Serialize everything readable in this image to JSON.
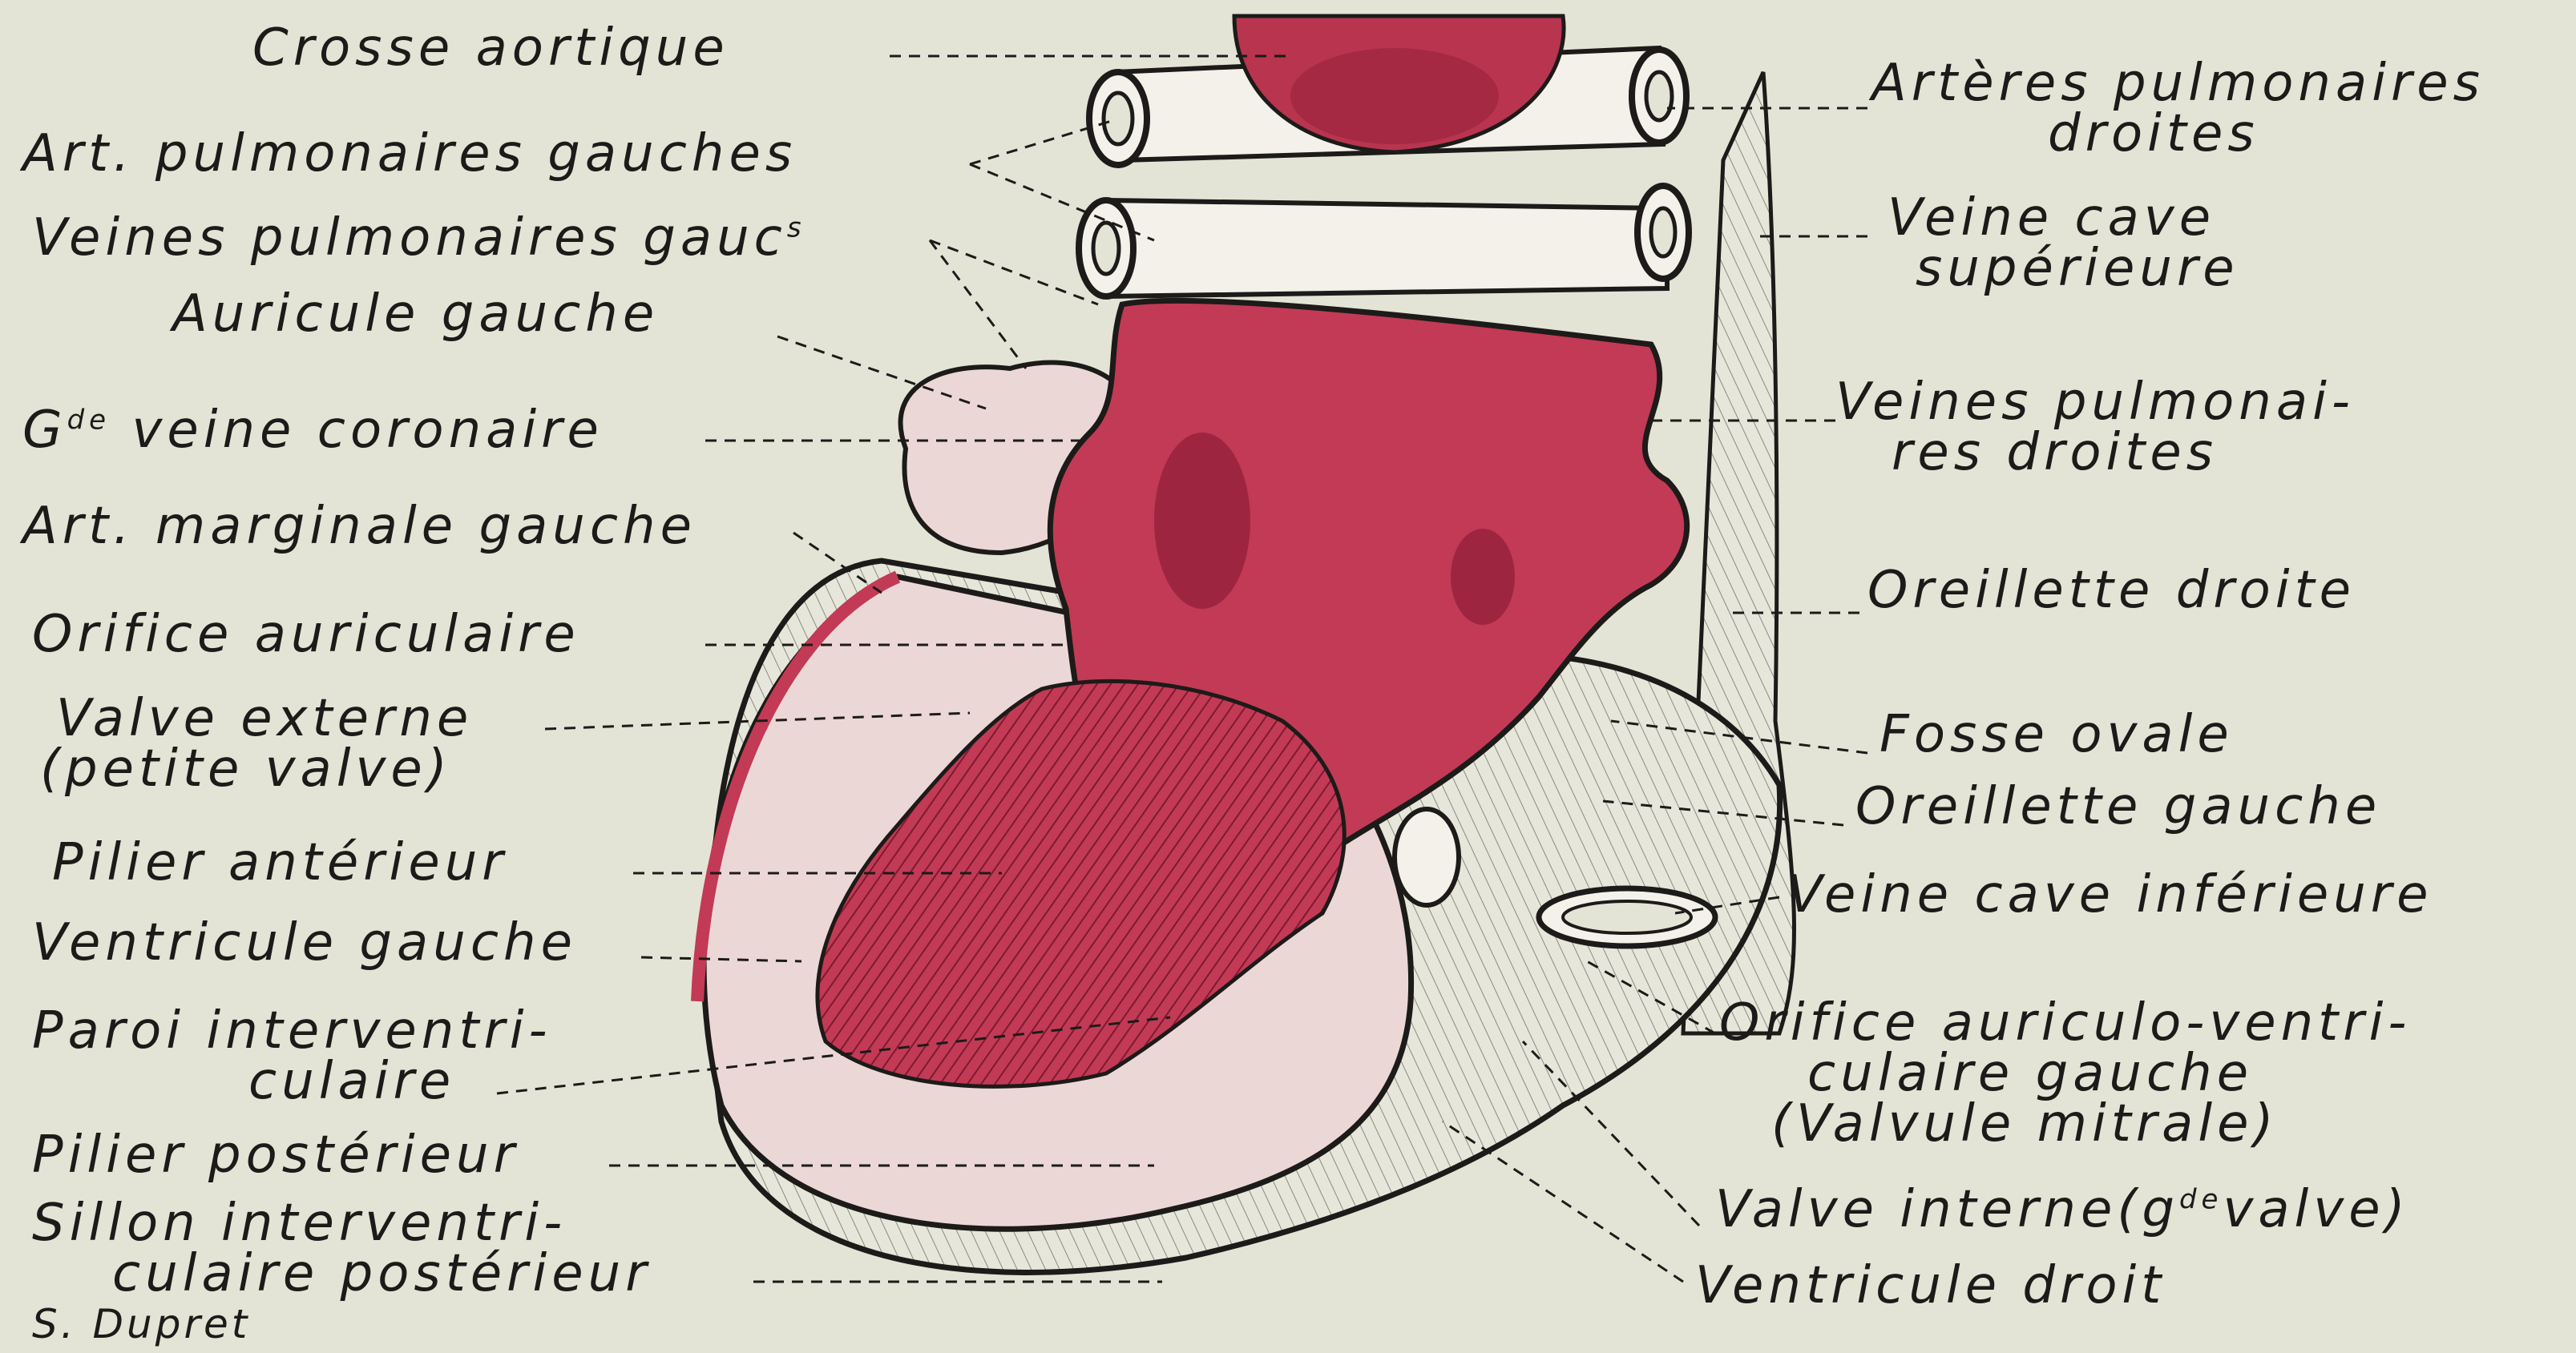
{
  "colors": {
    "paper": "#e3e4d6",
    "ink": "#1c1b19",
    "muscle": "#c23a55",
    "muscle_dark": "#9e2540",
    "cavity": "#ecd7d7",
    "vessel": "#f4f1ea"
  },
  "labels_left": {
    "crosse_aortique": "Crosse aortique",
    "art_pulm_gauches": "Art. pulmonaires gauches",
    "veines_pulm_gauc": "Veines pulmonaires gauc",
    "veines_pulm_gauc_sup": "s",
    "auricule_gauche": "Auricule gauche",
    "gde_prefix": "G",
    "gde_sup": "de",
    "veine_coronaire": " veine coronaire",
    "art_marginale": "Art. marginale gauche",
    "orifice_auriculaire": "Orifice auriculaire",
    "valve_externe": "Valve externe",
    "petite_valve": "(petite valve)",
    "pilier_anterieur": "Pilier antérieur",
    "ventricule_gauche": "Ventricule gauche",
    "paroi_1": "Paroi interventri-",
    "paroi_2": "culaire",
    "pilier_posterieur": "Pilier postérieur",
    "sillon_1": "Sillon interventri-",
    "sillon_2": "culaire postérieur",
    "signature": "S. Dupret"
  },
  "labels_right": {
    "arteres_pulm_1": "Artères pulmonaires",
    "arteres_pulm_2": "droites",
    "veine_cave_sup_1": "Veine cave",
    "veine_cave_sup_2": "supérieure",
    "veines_pulm_dr_1": "Veines pulmonai-",
    "veines_pulm_dr_2": "res droites",
    "oreillette_droite": "Oreillette droite",
    "fosse_ovale": "Fosse ovale",
    "oreillette_gauche": "Oreillette gauche",
    "veine_cave_inf": "Veine cave inférieure",
    "orifice_av_1": "Orifice auriculo-ventri-",
    "orifice_av_2": "culaire gauche",
    "orifice_av_3": "(Valvule mitrale)",
    "valve_interne_pre": "Valve interne(g",
    "valve_interne_sup": "de",
    "valve_interne_post": "valve)",
    "ventricule_droit": "Ventricule droit"
  }
}
